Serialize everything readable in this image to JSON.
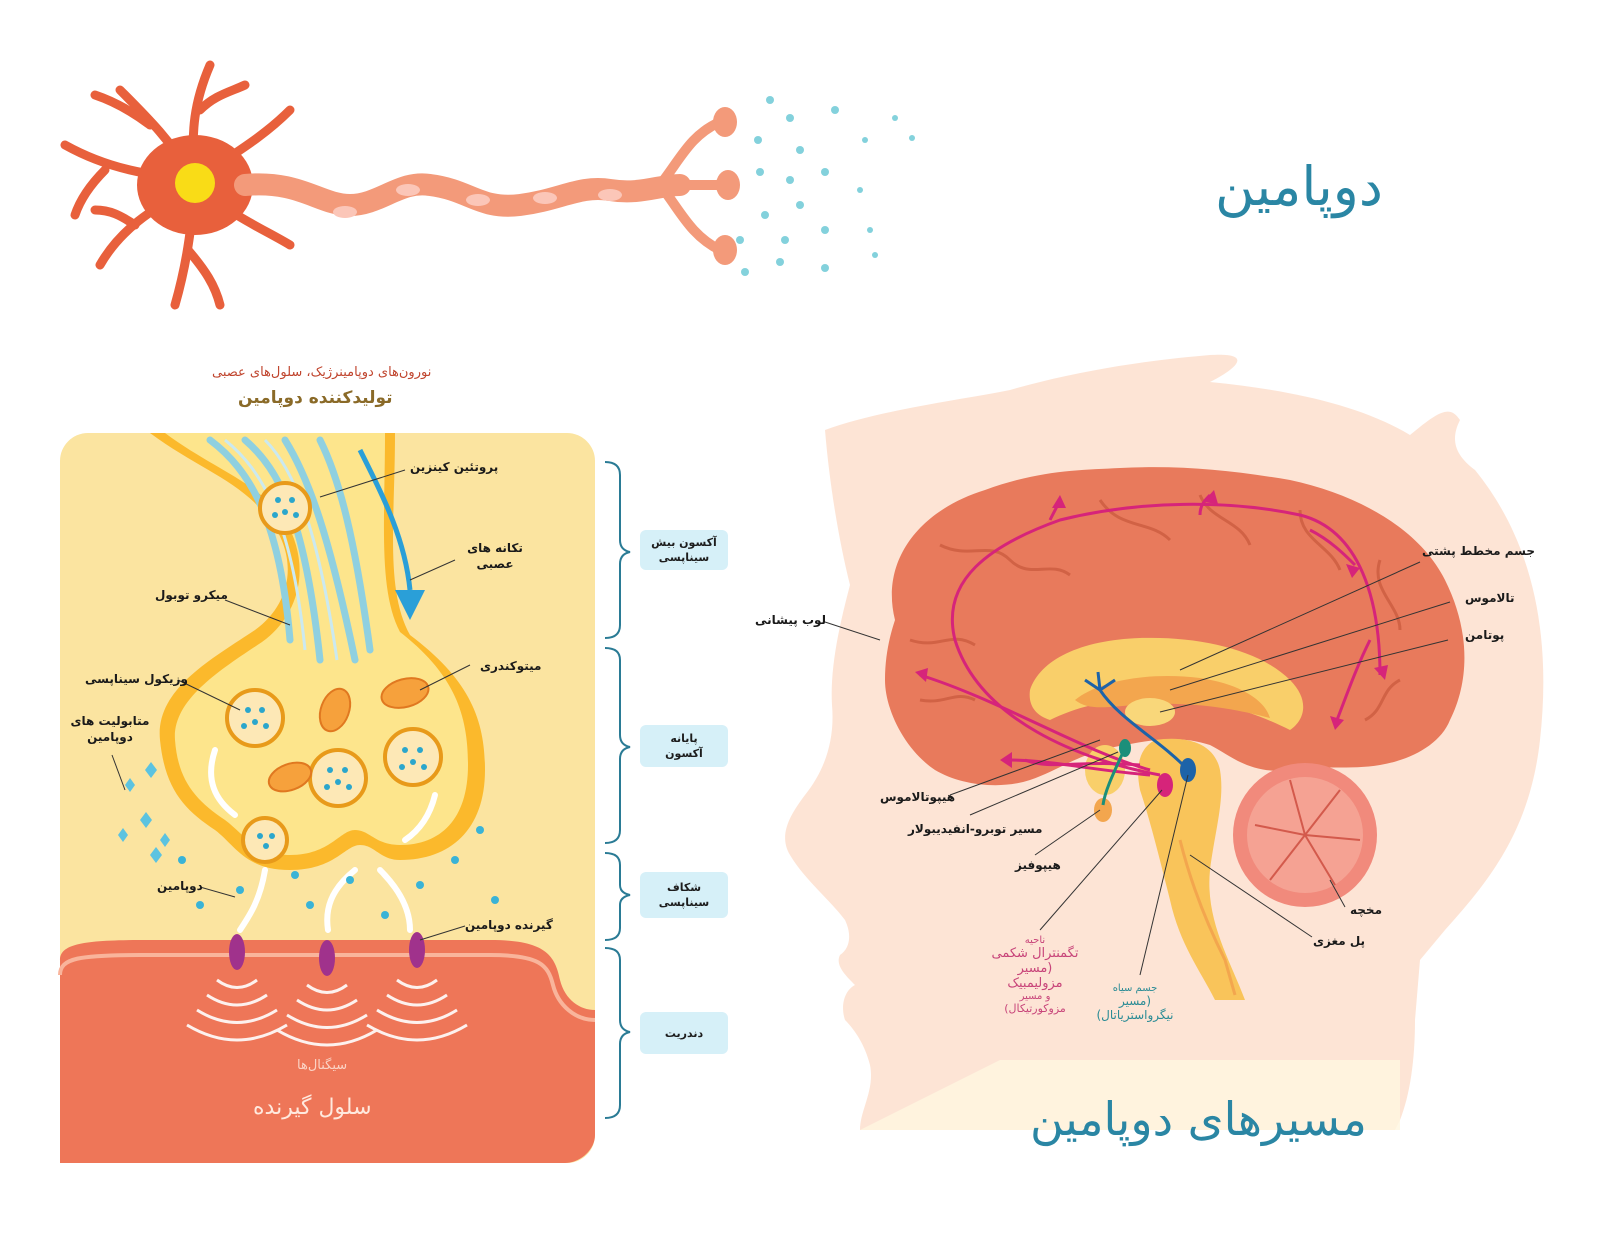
{
  "title_main": "دوپامین",
  "title_pathways": "مسیرهای دوپامین",
  "neuron_caption": {
    "line1": "نورون‌های دوپامینرژیک، سلول‌های عصبی",
    "line2": "تولیدکننده دوپامین"
  },
  "synapse_labels": {
    "kinesin": "پروتئین کینزین",
    "impulses": "تکانه های عصبی",
    "microtubule": "میکرو توبول",
    "mitochondria": "میتوکندری",
    "vesicle": "وزیکول سیناپسی",
    "metabolites": "متابولیت های دوپامین",
    "dopamine": "دوپامین",
    "receptor": "گیرنده دوپامین",
    "signals": "سیگنال‌ها",
    "receiving_cell": "سلول گیرنده"
  },
  "side_boxes": {
    "presynaptic_axon": "آکسون بیش سیناپسی",
    "axon_terminal": "پایانه آکسون",
    "synaptic_cleft": "شکاف سیناپسی",
    "dendrite": "دندریت"
  },
  "brain_labels": {
    "dorsal_striatum": "جسم مخطط پشتی",
    "thalamus": "تالاموس",
    "putamen": "پوتامن",
    "frontal_lobe": "لوب پیشانی",
    "hypothalamus": "هیپوتالاموس",
    "tuberoinfundibular": "مسیر توبرو-انفیدیبولار",
    "pituitary": "هیپوفیز",
    "cerebellum": "مخچه",
    "pons": "پل مغزی",
    "vta_line1": "ناحیه",
    "vta_line2": "تگمنترال شکمی",
    "vta_line3": "(مسیر",
    "vta_line4": "مزولیمبیک",
    "vta_line5": "و مسیر",
    "vta_line6": "مزوکورتیکال)",
    "sn_line1": "جسم سیاه",
    "sn_line2": "(مسیر",
    "sn_line3": "نیگرواستریاتال)"
  },
  "colors": {
    "title_blue": "#2a86a4",
    "neuron_orange": "#e8603c",
    "synapse_yellow": "#fbe4a0",
    "pathway_magenta": "#d6247a",
    "pathway_blue": "#1d63a8",
    "pathway_teal": "#1b8f7a",
    "box_blue": "#d6f0f8"
  }
}
